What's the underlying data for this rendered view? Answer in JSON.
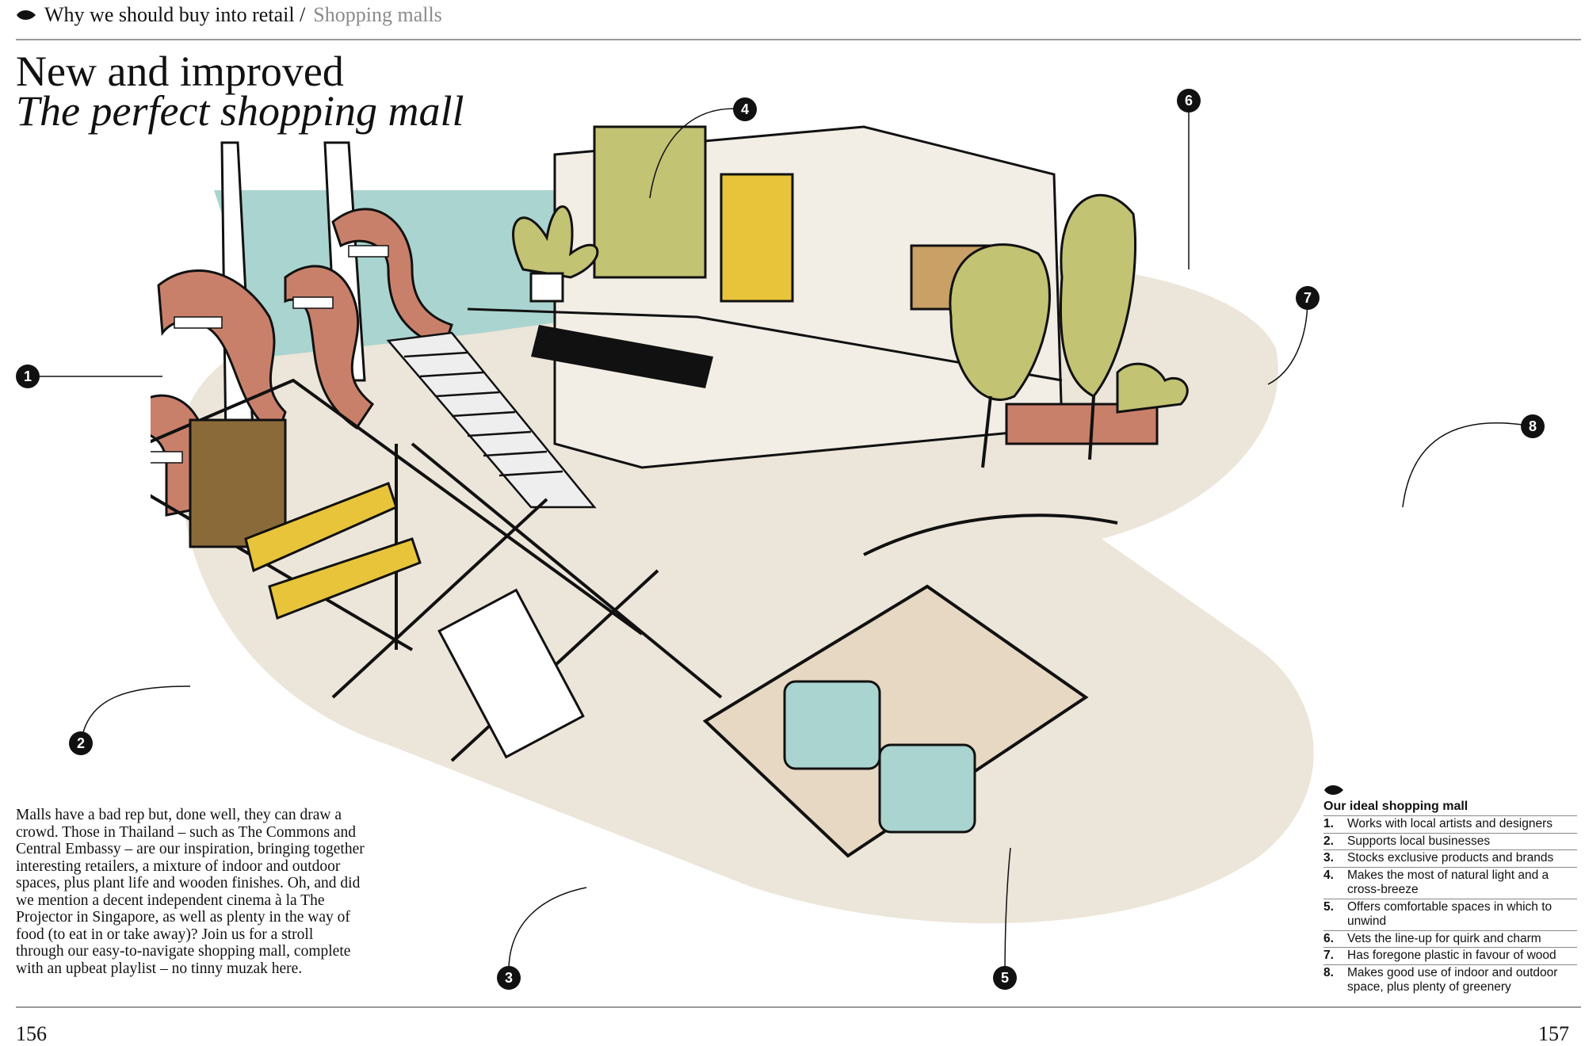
{
  "header": {
    "breadcrumb_main": "Why we should buy into retail /",
    "breadcrumb_section": "Shopping malls"
  },
  "title": {
    "line1": "New and improved",
    "line2": "The perfect shopping mall"
  },
  "intro_text": "Malls have a bad rep but, done well, they can draw a crowd. Those in Thailand – such as The Commons and Central Embassy – are our inspiration, bringing together interesting retailers, a mixture of indoor and outdoor spaces, plus plant life and wooden finishes. Oh, and did we mention a decent independent cinema à la The Projector in Singapore, as well as plenty in the way of food (to eat in or take away)? Join us for a stroll through our easy-to-navigate shopping mall, complete with an upbeat playlist – no tinny muzak here.",
  "markers": [
    "1",
    "2",
    "3",
    "4",
    "5",
    "6",
    "7",
    "8"
  ],
  "list": {
    "heading": "Our ideal shopping mall",
    "items": [
      {
        "num": "1.",
        "text": "Works with local artists and designers"
      },
      {
        "num": "2.",
        "text": "Supports local businesses"
      },
      {
        "num": "3.",
        "text": "Stocks exclusive products and brands"
      },
      {
        "num": "4.",
        "text": "Makes the most of natural light and a cross-breeze"
      },
      {
        "num": "5.",
        "text": "Offers comfortable spaces in which to unwind"
      },
      {
        "num": "6.",
        "text": "Vets the line-up for quirk and charm"
      },
      {
        "num": "7.",
        "text": "Has foregone plastic in favour of wood"
      },
      {
        "num": "8.",
        "text": "Makes good use of indoor and outdoor space, plus plenty of greenery"
      }
    ]
  },
  "page_numbers": {
    "left": "156",
    "right": "157"
  },
  "colors": {
    "terracotta": "#c9806a",
    "teal": "#a9d4cf",
    "mustard": "#e8c43a",
    "olive": "#c2c373",
    "floor": "#e9e2d6",
    "ink": "#111111"
  },
  "icons": {
    "header_bullet": "leaf-bullet-icon",
    "list_bullet": "leaf-bullet-icon"
  }
}
